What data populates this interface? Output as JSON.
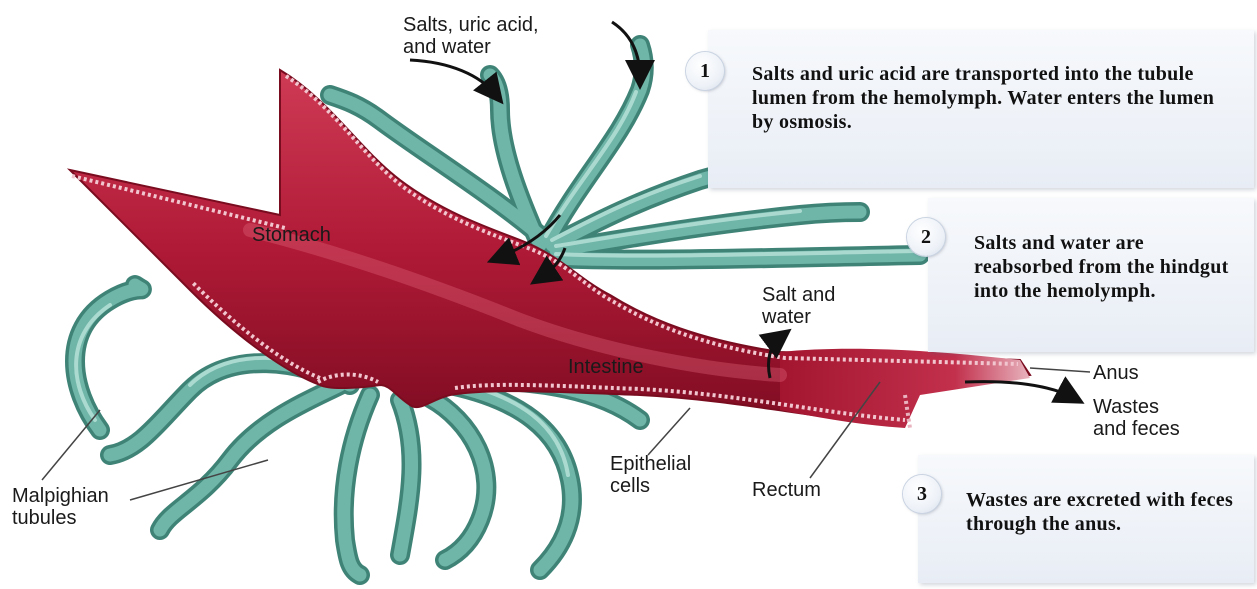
{
  "labels": {
    "salts_uric_water": "Salts, uric acid,\nand water",
    "stomach": "Stomach",
    "salt_and_water": "Salt and\nwater",
    "intestine": "Intestine",
    "anus": "Anus",
    "wastes_feces": "Wastes\nand feces",
    "epithelial_cells": "Epithelial\ncells",
    "rectum": "Rectum",
    "malpighian_tubules": "Malpighian\ntubules"
  },
  "steps": [
    {
      "number": "1",
      "text": "Salts and uric acid are transported into the tubule lumen from the hemolymph. Water enters the lumen by osmosis."
    },
    {
      "number": "2",
      "text": "Salts and water are reabsorbed from the hindgut into the hemolymph."
    },
    {
      "number": "3",
      "text": "Wastes are excreted with feces through the anus."
    }
  ],
  "colors": {
    "gut": "#b81e3a",
    "gut_dark": "#8c0f28",
    "tubule": "#5fa89c",
    "tubule_light": "#9fd3c8",
    "step_box": "#eef2f8"
  }
}
